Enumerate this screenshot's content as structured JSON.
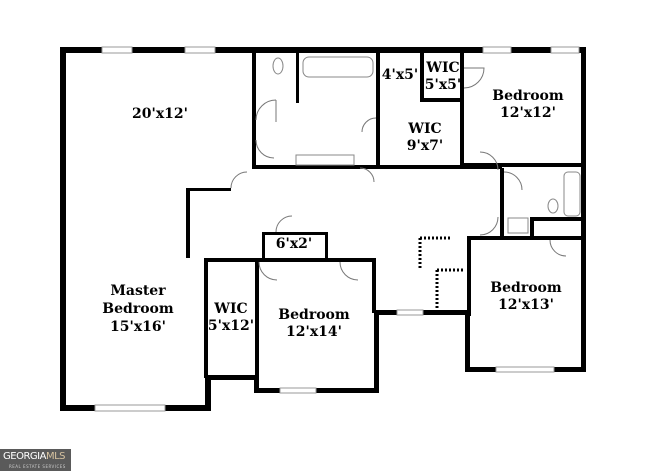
{
  "rooms": {
    "master_top": {
      "dims": "20'x12'"
    },
    "master": {
      "name_line1": "Master",
      "name_line2": "Bedroom",
      "dims": "15'x16'"
    },
    "closet_4x5": {
      "dims": "4'x5'"
    },
    "wic_5x5": {
      "name": "WIC",
      "dims": "5'x5'"
    },
    "wic_9x7": {
      "name": "WIC",
      "dims": "9'x7'"
    },
    "bedroom_ne": {
      "name": "Bedroom",
      "dims": "12'x12'"
    },
    "closet_6x2": {
      "dims": "6'x2'"
    },
    "wic_5x12": {
      "name": "WIC",
      "dims": "5'x12'"
    },
    "bedroom_s": {
      "name": "Bedroom",
      "dims": "12'x14'"
    },
    "bedroom_e": {
      "name": "Bedroom",
      "dims": "12'x13'"
    }
  },
  "logo": {
    "text_a": "GEORGIA",
    "text_b": "MLS",
    "tagline": "REAL ESTATE SERVICES"
  }
}
